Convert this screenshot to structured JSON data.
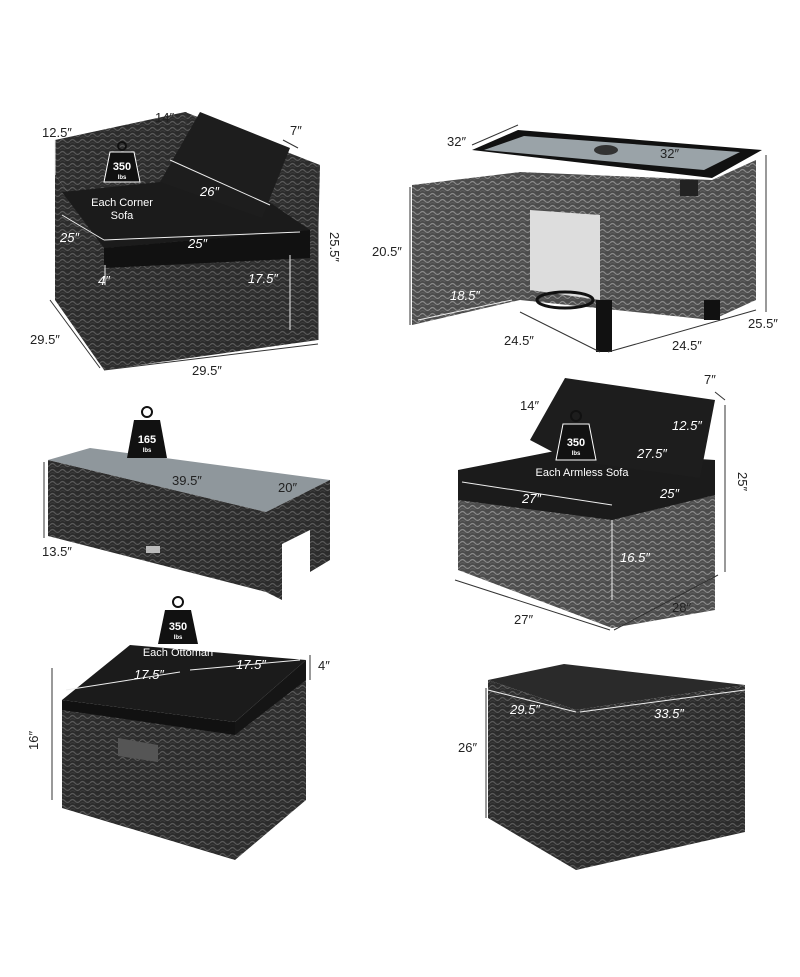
{
  "corner_sofa": {
    "caption_line1": "Each Corner",
    "caption_line2": "Sofa",
    "weight": "350",
    "unit": "lbs",
    "dims": {
      "top_left": "12.5″",
      "back_width": "14″",
      "cushion_thick": "7″",
      "height": "25.5″",
      "cushion_len": "26″",
      "seat_left": "25″",
      "seat_right": "25″",
      "seat_thick": "4″",
      "seat_height": "17.5″",
      "depth": "29.5″",
      "width": "29.5″"
    }
  },
  "fire_table": {
    "dims": {
      "top_left": "32″",
      "top_right": "32″",
      "door_height": "20.5″",
      "door_inner": "18.5″",
      "base_left": "24.5″",
      "base_right": "24.5″",
      "height": "25.5″"
    }
  },
  "coffee_table": {
    "weight": "165",
    "unit": "lbs",
    "dims": {
      "length": "39.5″",
      "width": "20″",
      "height": "13.5″"
    }
  },
  "armless_sofa": {
    "caption": "Each Armless Sofa",
    "weight": "350",
    "unit": "lbs",
    "dims": {
      "cushion_thick": "7″",
      "back_width": "14″",
      "back_height": "12.5″",
      "back_len": "27.5″",
      "height": "25″",
      "seat_w": "27″",
      "seat_d": "25″",
      "seat_height": "16.5″",
      "width": "27″",
      "depth": "28″"
    }
  },
  "ottoman": {
    "caption": "Each Ottoman",
    "weight": "350",
    "unit": "lbs",
    "dims": {
      "left": "17.5″",
      "right": "17.5″",
      "thick": "4″",
      "height": "16″"
    }
  },
  "storage_box": {
    "dims": {
      "depth": "29.5″",
      "width": "33.5″",
      "height": "26″"
    }
  },
  "colors": {
    "wicker_dark": "#2e2e2e",
    "wicker_mid": "#4a4a4a",
    "cushion": "#1a1a1a",
    "glass": "#9aa3a8",
    "frame": "#111111"
  }
}
